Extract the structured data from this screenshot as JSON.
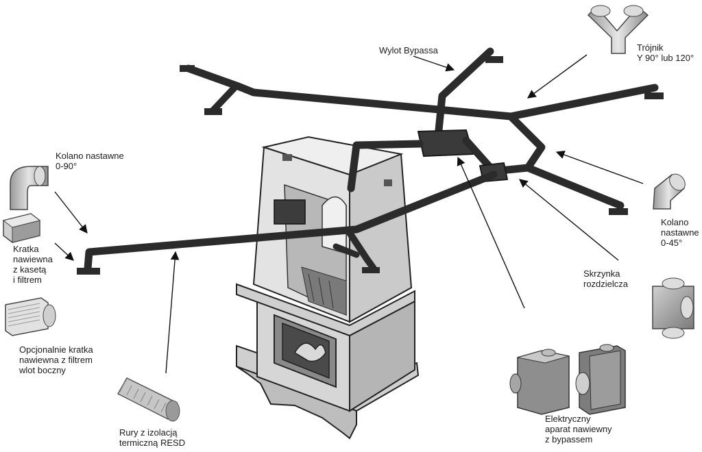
{
  "labels": {
    "bypass_outlet": "Wylot Bypassa",
    "tee_title": "Trójnik",
    "tee_angles": "Y 90° lub 120°",
    "elbow_adjustable_title": "Kolano nastawne",
    "elbow_adjustable_range": "0-90°",
    "grille_cassette": "Kratka\nnawiewna\nz kasetą\ni filtrem",
    "elbow_45_title": "Kolano\nnastawne",
    "elbow_45_range": "0-45°",
    "distribution_box": "Skrzynka\nrozdzielcza",
    "optional_grille": "Opcjonalnie kratka\nnawiewna z filtrem\nwlot boczny",
    "pipes_insulation": "Rury z izolacją\ntermiczną RESD",
    "electric_unit": "Elektryczny\naparat nawiewny\nz bypassem"
  },
  "icons": [
    "y-tee-icon",
    "elbow-90-icon",
    "grille-cassette-icon",
    "elbow-45-icon",
    "distribution-box-icon",
    "side-grille-icon",
    "insulated-pipe-icon",
    "fan-unit-icon"
  ],
  "colors": {
    "duct": "#2b2b2b",
    "stove_body": "#d8d8d8",
    "metal": "#bfbfbf",
    "outline": "#222222"
  }
}
